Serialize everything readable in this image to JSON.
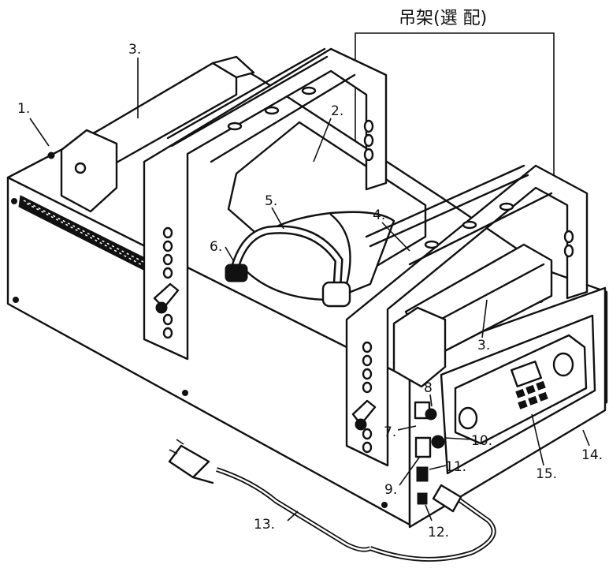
{
  "figure": {
    "title": "吊架(選 配)"
  },
  "callouts": [
    {
      "id": "1",
      "text": "1."
    },
    {
      "id": "2",
      "text": "2."
    },
    {
      "id": "3a",
      "text": "3."
    },
    {
      "id": "3b",
      "text": "3."
    },
    {
      "id": "4",
      "text": "4."
    },
    {
      "id": "5",
      "text": "5."
    },
    {
      "id": "6",
      "text": "6."
    },
    {
      "id": "7",
      "text": "7."
    },
    {
      "id": "8",
      "text": "8"
    },
    {
      "id": "9",
      "text": "9."
    },
    {
      "id": "10",
      "text": "10."
    },
    {
      "id": "11",
      "text": "11."
    },
    {
      "id": "12",
      "text": "12."
    },
    {
      "id": "13",
      "text": "13."
    },
    {
      "id": "14",
      "text": "14."
    },
    {
      "id": "15",
      "text": "15."
    }
  ]
}
